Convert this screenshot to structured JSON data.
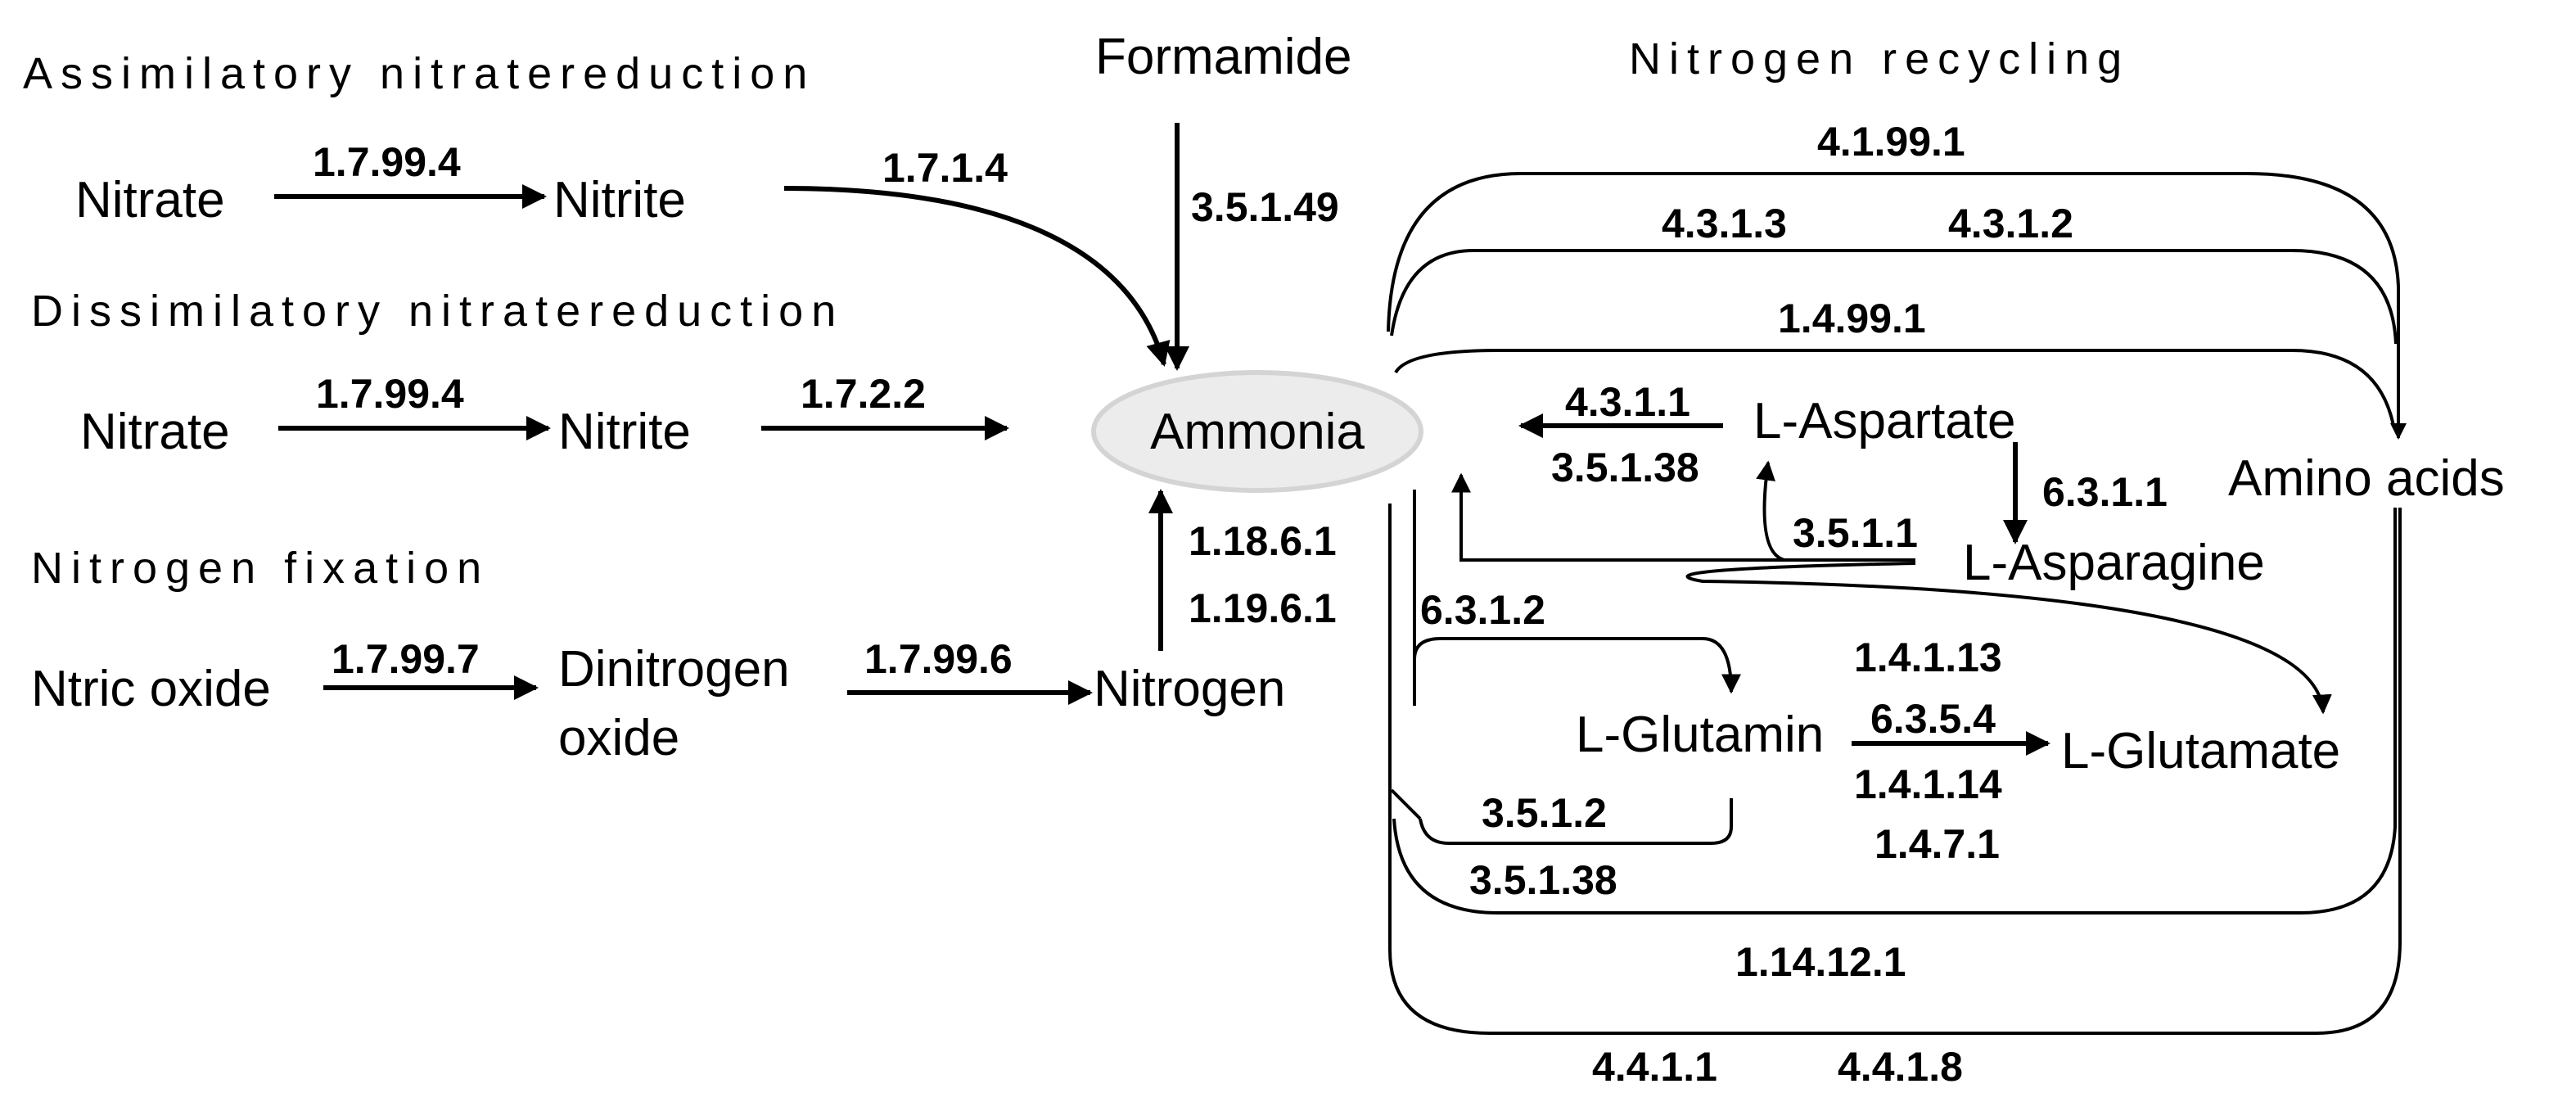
{
  "sections": {
    "assimilatory": "Assimilatory nitratereduction",
    "dissimilatory": "Dissimilatory nitratereduction",
    "fixation": "Nitrogen fixation",
    "recycling": "Nitrogen recycling"
  },
  "nodes": {
    "nitrate_1": "Nitrate",
    "nitrite_1": "Nitrite",
    "nitrate_2": "Nitrate",
    "nitrite_2": "Nitrite",
    "nitric_oxide": "Ntric oxide",
    "dinitrogen_1": "Dinitrogen",
    "dinitrogen_2": "oxide",
    "nitrogen": "Nitrogen",
    "formamide": "Formamide",
    "ammonia": "Ammonia",
    "l_aspartate": "L-Aspartate",
    "l_asparagine": "L-Asparagine",
    "amino_acids": "Amino acids",
    "l_glutamin": "L-Glutamin",
    "l_glutamate": "L-Glutamate"
  },
  "enzymes": {
    "e_1_7_99_4_a": "1.7.99.4",
    "e_1_7_1_4": "1.7.1.4",
    "e_3_5_1_49": "3.5.1.49",
    "e_1_7_99_4_b": "1.7.99.4",
    "e_1_7_2_2": "1.7.2.2",
    "e_1_7_99_7": "1.7.99.7",
    "e_1_7_99_6": "1.7.99.6",
    "e_1_18_6_1": "1.18.6.1",
    "e_1_19_6_1": "1.19.6.1",
    "e_4_1_99_1": "4.1.99.1",
    "e_4_3_1_3": "4.3.1.3",
    "e_4_3_1_2": "4.3.1.2",
    "e_1_4_99_1": "1.4.99.1",
    "e_4_3_1_1": "4.3.1.1",
    "e_3_5_1_38_a": "3.5.1.38",
    "e_6_3_1_1": "6.3.1.1",
    "e_3_5_1_1": "3.5.1.1",
    "e_6_3_1_2": "6.3.1.2",
    "e_1_4_1_13": "1.4.1.13",
    "e_6_3_5_4": "6.3.5.4",
    "e_1_4_1_14": "1.4.1.14",
    "e_1_4_7_1": "1.4.7.1",
    "e_3_5_1_2": "3.5.1.2",
    "e_3_5_1_38_b": "3.5.1.38",
    "e_1_14_12_1": "1.14.12.1",
    "e_4_4_1_1": "4.4.1.1",
    "e_4_4_1_8": "4.4.1.8"
  },
  "colors": {
    "ammonia_fill": "#ececec",
    "ammonia_stroke": "#d4d4d4"
  }
}
